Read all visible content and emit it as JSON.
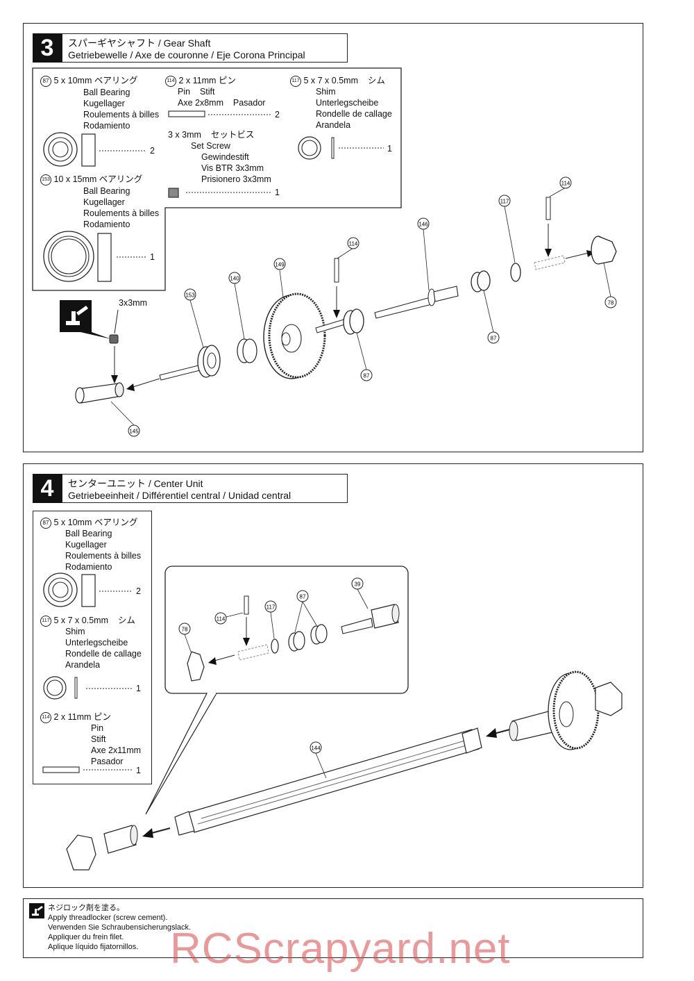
{
  "step3": {
    "number": "3",
    "title_line1": "スパーギヤシャフト / Gear Shaft",
    "title_line2": "Getriebewelle / Axe de couronne / Eje Corona Principal",
    "parts": {
      "p87": {
        "code": "87",
        "spec": "5 x 10mm  ベアリング",
        "names": [
          "Ball Bearing",
          "Kugellager",
          "Roulements à billes",
          "Rodamiento"
        ],
        "qty": "2"
      },
      "p153": {
        "code": "153",
        "spec": "10 x 15mm  ベアリング",
        "names": [
          "Ball Bearing",
          "Kugellager",
          "Roulements à billes",
          "Rodamiento"
        ],
        "qty": "1"
      },
      "p114": {
        "code": "114",
        "spec": "2 x 11mm  ピン",
        "line2": "Pin    Stift",
        "line3": "Axe 2x8mm    Pasador",
        "qty": "2"
      },
      "setscrew": {
        "spec": "3 x 3mm    セットビス",
        "names": [
          "Set Screw",
          "Gewindestift",
          "Vis BTR 3x3mm",
          "Prisionero 3x3mm"
        ],
        "qty": "1"
      },
      "p117": {
        "code": "117",
        "spec": "5 x 7 x 0.5mm    シム",
        "names": [
          "Shim",
          "Unterlegscheibe",
          "Rondelle de callage",
          "Arandela"
        ],
        "qty": "1"
      }
    },
    "callouts": [
      "114",
      "117",
      "146",
      "114",
      "149",
      "140",
      "153",
      "87",
      "87",
      "78",
      "145"
    ],
    "screw_label": "3x3mm"
  },
  "step4": {
    "number": "4",
    "title_line1": "センターユニット / Center Unit",
    "title_line2": "Getriebeeinheit / Différentiel central / Unidad central",
    "parts": {
      "p87": {
        "code": "87",
        "spec": "5 x 10mm  ベアリング",
        "names": [
          "Ball Bearing",
          "Kugellager",
          "Roulements à billes",
          "Rodamiento"
        ],
        "qty": "2"
      },
      "p117": {
        "code": "117",
        "spec": "5 x 7 x 0.5mm    シム",
        "names": [
          "Shim",
          "Unterlegscheibe",
          "Rondelle de callage",
          "Arandela"
        ],
        "qty": "1"
      },
      "p114": {
        "code": "114",
        "spec": "2 x 11mm  ピン",
        "names": [
          "Pin",
          "Stift",
          "Axe 2x11mm",
          "Pasador"
        ],
        "qty": "1"
      }
    },
    "callouts": [
      "39",
      "87",
      "117",
      "114",
      "78",
      "144"
    ]
  },
  "note": {
    "lines": [
      "ネジロック剤を塗る。",
      "Apply threadlocker (screw cement).",
      "Verwenden Sie Schraubensicherungslack.",
      "Appliquer du frein filet.",
      "Aplique líquido fijatornillos."
    ]
  },
  "watermark": "RCScrapyard.net"
}
